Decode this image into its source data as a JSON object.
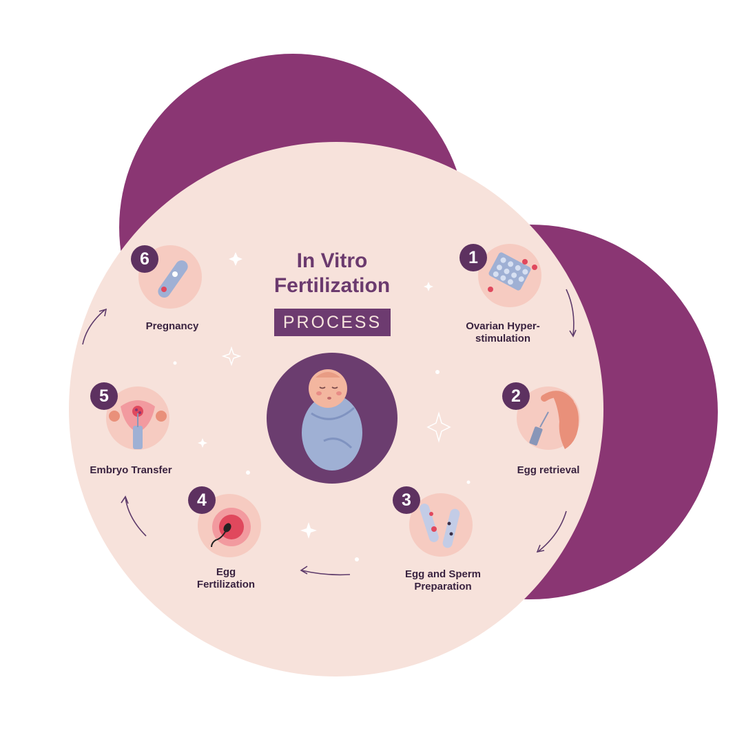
{
  "title": {
    "line1": "In Vitro",
    "line2": "Fertilization",
    "process": "PROCESS"
  },
  "steps": [
    {
      "number": "1",
      "label_line1": "Ovarian Hyper-",
      "label_line2": "stimulation",
      "icon": "pill-pack-icon"
    },
    {
      "number": "2",
      "label_line1": "Egg retrieval",
      "label_line2": "",
      "icon": "egg-retrieval-icon"
    },
    {
      "number": "3",
      "label_line1": "Egg and Sperm",
      "label_line2": "Preparation",
      "icon": "test-tubes-icon"
    },
    {
      "number": "4",
      "label_line1": "Egg",
      "label_line2": "Fertilization",
      "icon": "egg-sperm-icon"
    },
    {
      "number": "5",
      "label_line1": "Embryo Transfer",
      "label_line2": "",
      "icon": "uterus-icon"
    },
    {
      "number": "6",
      "label_line1": "Pregnancy",
      "label_line2": "",
      "icon": "pregnancy-test-icon"
    }
  ],
  "center_icon": "swaddled-baby-icon",
  "colors": {
    "accent_purple": "#8a3673",
    "disc": "#f7e2db",
    "badge": "#5d3160",
    "title": "#6b3a6e",
    "center_circle": "#6b3d6f"
  }
}
